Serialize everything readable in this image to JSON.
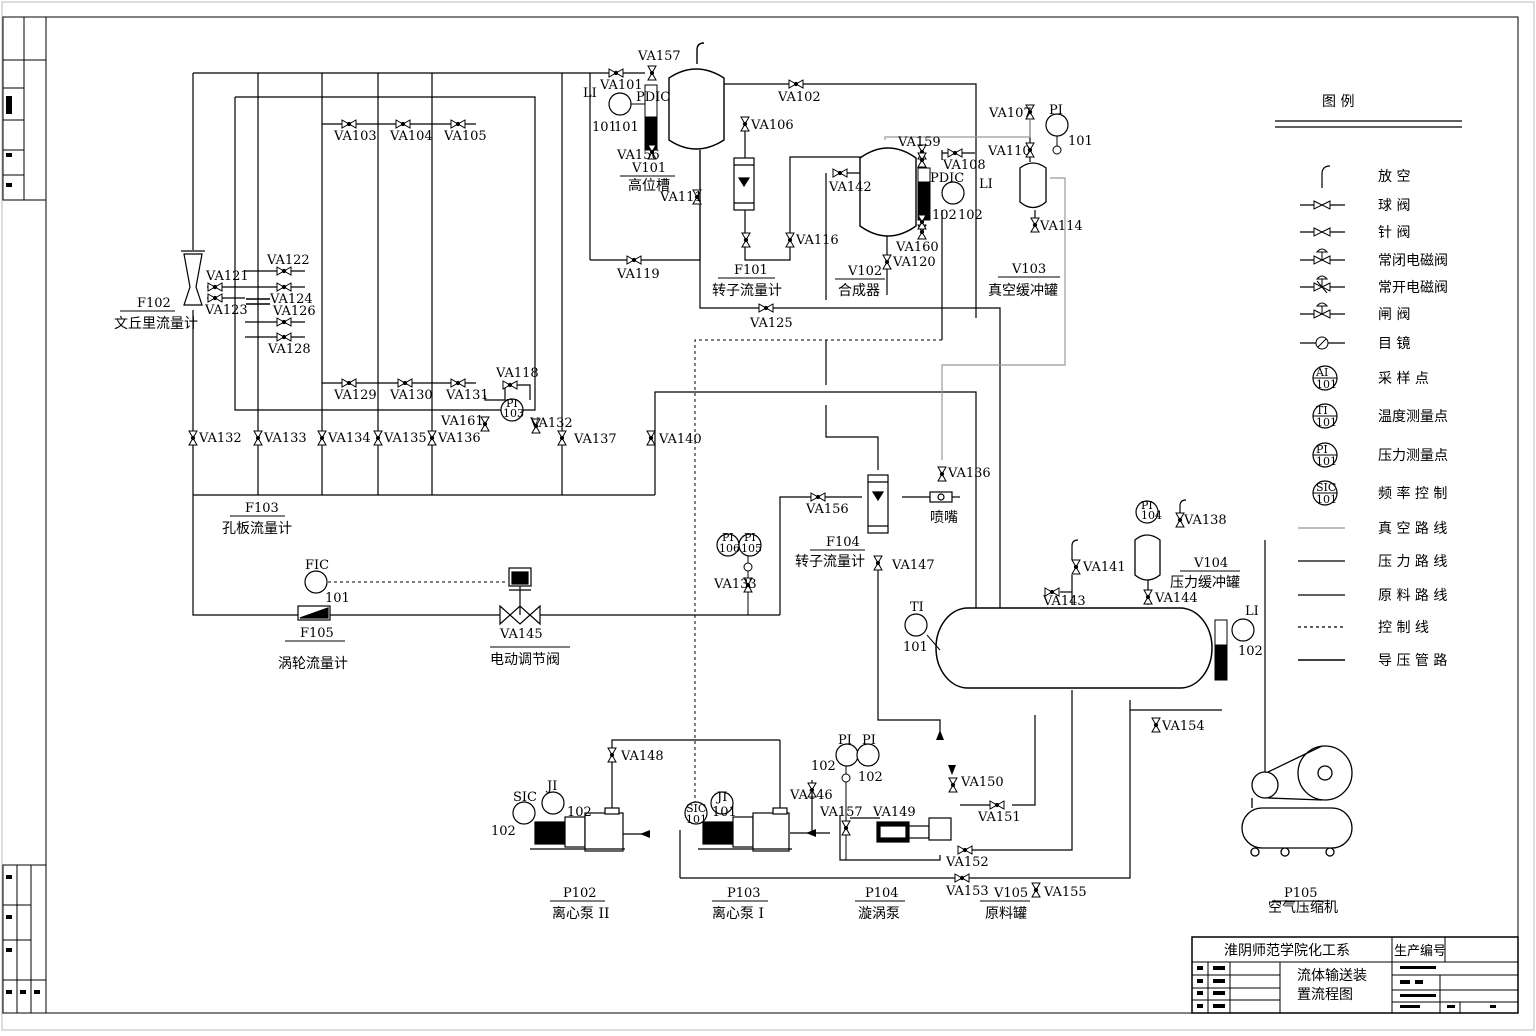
{
  "equipment": {
    "v101": {
      "tag": "V101",
      "name": "高位槽"
    },
    "v102": {
      "tag": "V102",
      "name": "合成器"
    },
    "v103": {
      "tag": "V103",
      "name": "真空缓冲罐"
    },
    "v104": {
      "tag": "V104",
      "name": "压力缓冲罐"
    },
    "v105": {
      "tag": "V105",
      "name": "原料罐"
    },
    "f101": {
      "tag": "F101",
      "name": "转子流量计"
    },
    "f102": {
      "tag": "F102",
      "name": "文丘里流量计"
    },
    "f103": {
      "tag": "F103",
      "name": "孔板流量计"
    },
    "f104": {
      "tag": "F104",
      "name": "转子流量计"
    },
    "f105": {
      "tag": "F105",
      "name": "涡轮流量计"
    },
    "p102": {
      "tag": "P102",
      "name": "离心泵 II"
    },
    "p103": {
      "tag": "P103",
      "name": "离心泵 I"
    },
    "p104": {
      "tag": "P104",
      "name": "漩涡泵"
    },
    "p105": {
      "tag": "P105",
      "name": "空气压缩机"
    },
    "va145": {
      "tag": "VA145",
      "name": "电动调节阀"
    },
    "nozzle": {
      "name": "喷嘴"
    }
  },
  "valves": [
    "VA101",
    "VA102",
    "VA103",
    "VA104",
    "VA105",
    "VA106",
    "VA107",
    "VA108",
    "VA110",
    "VA111",
    "VA114",
    "VA116",
    "VA118",
    "VA119",
    "VA120",
    "VA121",
    "VA122",
    "VA123",
    "VA124",
    "VA125",
    "VA126",
    "VA128",
    "VA129",
    "VA130",
    "VA131",
    "VA132",
    "VA133",
    "VA134",
    "VA135",
    "VA136",
    "VA137",
    "VA138",
    "VA140",
    "VA141",
    "VA142",
    "VA143",
    "VA144",
    "VA146",
    "VA147",
    "VA148",
    "VA149",
    "VA150",
    "VA151",
    "VA152",
    "VA153",
    "VA154",
    "VA155",
    "VA156",
    "VA157",
    "VA159",
    "VA160",
    "VA161"
  ],
  "instruments": {
    "li_v101": {
      "func": "LI",
      "num": "101"
    },
    "pdic_v101": {
      "func": "PDIC",
      "num": "101"
    },
    "pi_v103": {
      "func": "PI",
      "num": "101"
    },
    "pdic_v102": {
      "func": "PDIC",
      "num": "102"
    },
    "li_v102": {
      "func": "LI",
      "num": "102"
    },
    "fic": {
      "func": "FIC",
      "num": "101"
    },
    "ti": {
      "func": "TI",
      "num": "101"
    },
    "li_v105": {
      "func": "LI",
      "num": "102"
    },
    "pi_v104": {
      "func": "PI",
      "num": "104"
    },
    "pi_f103": {
      "func": "PI",
      "num": "103"
    },
    "pi_pair_a": {
      "func": "PI",
      "num": "106"
    },
    "pi_pair_b": {
      "func": "PI",
      "num": "105"
    },
    "pi_p104_a": {
      "func": "PI",
      "num": "102"
    },
    "pi_p104_b": {
      "func": "PI",
      "num": "102"
    },
    "sic_p102": {
      "func": "SIC",
      "num": "102"
    },
    "ji_p102": {
      "func": "JI",
      "num": "102"
    },
    "sic_p103": {
      "func": "SIC",
      "num": "101"
    },
    "ji_p103": {
      "func": "JI",
      "num": "101"
    }
  },
  "legend": {
    "title": "图 例",
    "items": [
      {
        "label": "放 空",
        "icon": "vent-icon"
      },
      {
        "label": "球 阀",
        "icon": "ball-valve-icon"
      },
      {
        "label": "针 阀",
        "icon": "needle-valve-icon"
      },
      {
        "label": "常闭电磁阀",
        "icon": "nc-solenoid-valve-icon"
      },
      {
        "label": "常开电磁阀",
        "icon": "no-solenoid-valve-icon"
      },
      {
        "label": "闸 阀",
        "icon": "gate-valve-icon"
      },
      {
        "label": "目 镜",
        "icon": "sight-glass-icon"
      },
      {
        "label": "采 样 点",
        "icon": "sampling-point-icon",
        "tag": "AI 101"
      },
      {
        "label": "温度测量点",
        "icon": "temperature-point-icon",
        "tag": "TI 101"
      },
      {
        "label": "压力测量点",
        "icon": "pressure-point-icon",
        "tag": "PI 101"
      },
      {
        "label": "频 率 控 制",
        "icon": "frequency-control-icon",
        "tag": "SIC 101"
      },
      {
        "label": "真 空 路 线",
        "icon": "vacuum-line-icon"
      },
      {
        "label": "压 力 路 线",
        "icon": "pressure-line-icon"
      },
      {
        "label": "原 料 路 线",
        "icon": "feed-line-icon"
      },
      {
        "label": "控 制 线",
        "icon": "control-line-icon"
      },
      {
        "label": "导 压 管 路",
        "icon": "impulse-line-icon"
      }
    ]
  },
  "title_block": {
    "school": "淮阴师范学院化工系",
    "drawing_title_line1": "流体输送装",
    "drawing_title_line2": "置流程图",
    "production_no_label": "生产编号"
  },
  "colors": {
    "line": "#000000",
    "vacuum_line": "#999999",
    "paper": "#ffffff"
  }
}
